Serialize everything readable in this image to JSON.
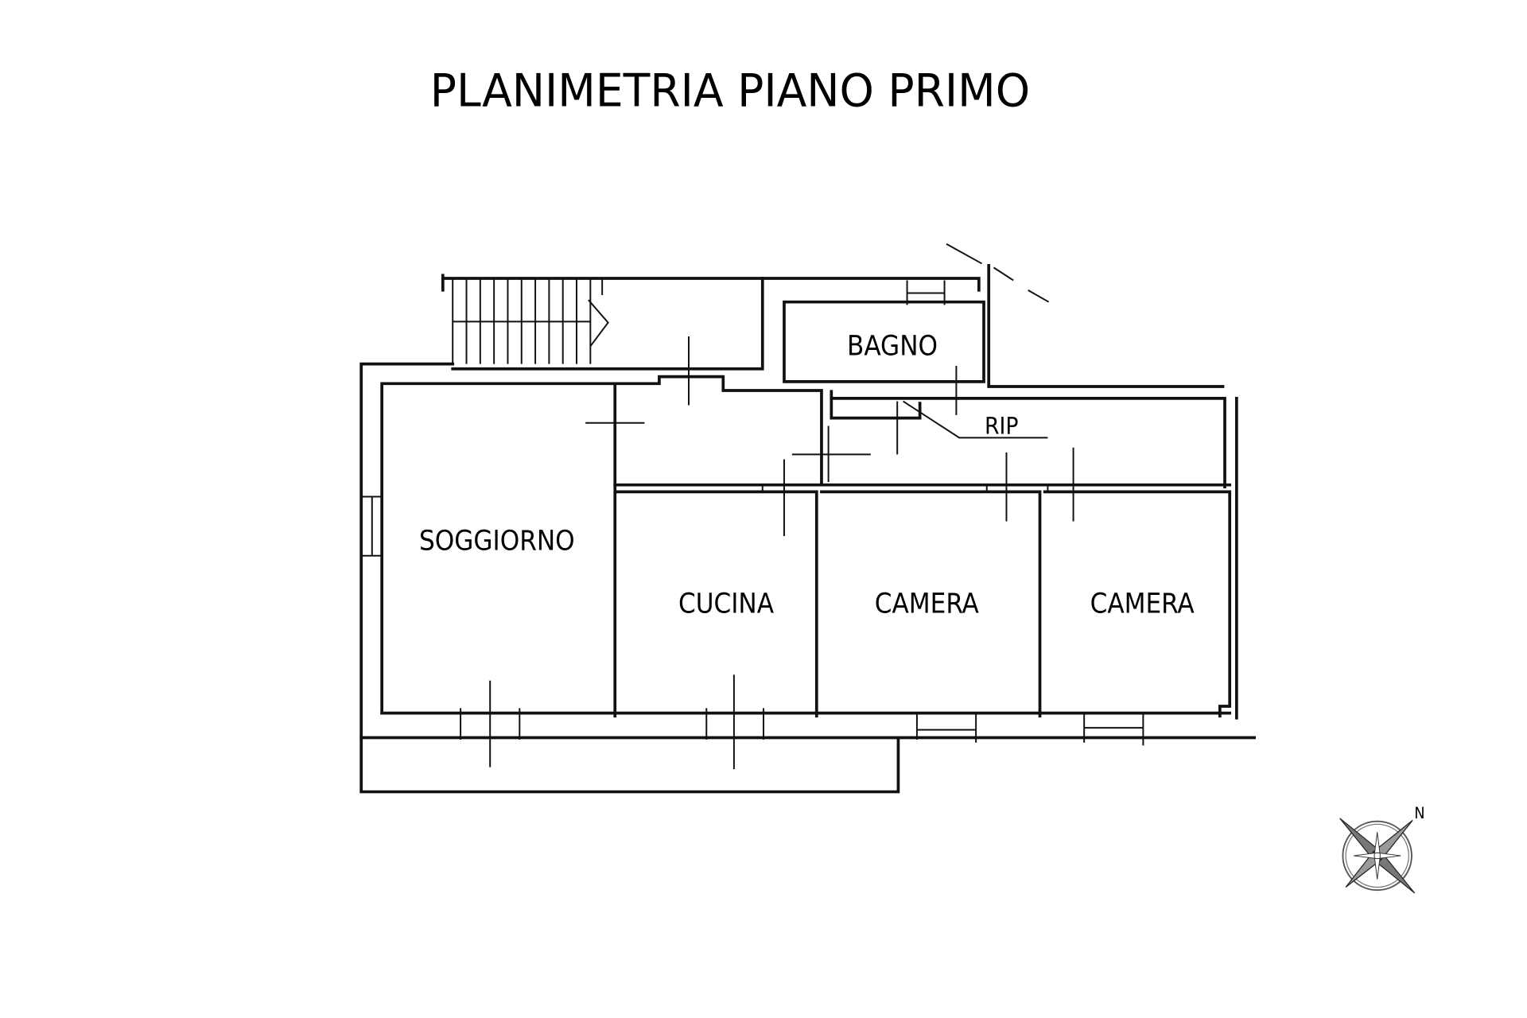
{
  "title": "PLANIMETRIA PIANO PRIMO",
  "rooms": {
    "bagno": "BAGNO",
    "rip": "RIP",
    "soggiorno": "SOGGIORNO",
    "cucina": "CUCINA",
    "camera_1": "CAMERA",
    "camera_2": "CAMERA"
  },
  "compass": {
    "north_label": "N"
  }
}
